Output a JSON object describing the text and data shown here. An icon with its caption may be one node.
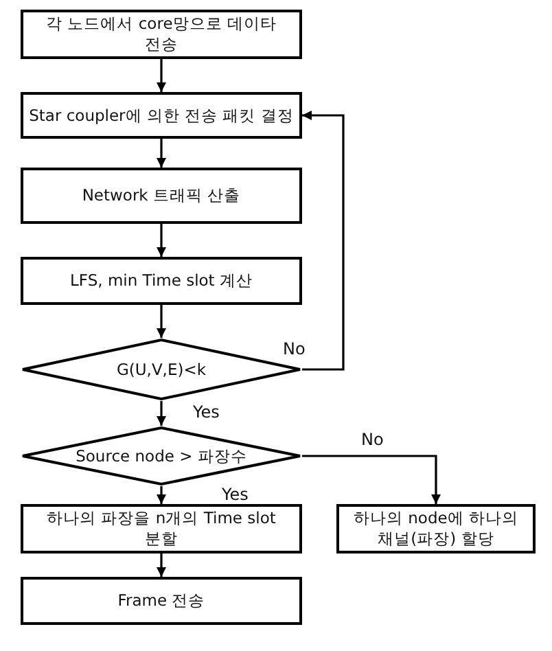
{
  "diagram": {
    "nodes": [
      {
        "text": [
          "각 노드에서 core망으로 데이타 전송"
        ]
      },
      {
        "text": [
          "Star coupler에 의한 전송 패킷 결정"
        ]
      },
      {
        "text": [
          "Network 트래픽 산출"
        ]
      },
      {
        "text": [
          "LFS, min Time slot 계산"
        ]
      },
      {
        "text": [
          "G(U,V,E)<k"
        ]
      },
      {
        "text": [
          "Source node > 파장수"
        ]
      },
      {
        "text": [
          "하나의 파장을 n개의 Time slot 분할"
        ]
      },
      {
        "text": [
          "하나의 node에 하나의 채널(파장) 할당"
        ]
      },
      {
        "text": [
          "Frame 전송"
        ]
      }
    ],
    "edges": [
      {
        "from": 0,
        "to": 1,
        "arrow": "to"
      },
      {
        "from": 1,
        "to": 2,
        "arrow": "to"
      },
      {
        "from": 2,
        "to": 3,
        "arrow": "to"
      },
      {
        "from": 3,
        "to": 4,
        "arrow": "to"
      },
      {
        "from": 4,
        "to": 5,
        "arrow": "to",
        "label": "Yes"
      },
      {
        "from": 4,
        "to": 1,
        "arrow": "to",
        "label": "No"
      },
      {
        "from": 5,
        "to": 6,
        "arrow": "to",
        "label": "Yes"
      },
      {
        "from": 5,
        "to": 7,
        "arrow": "to",
        "label": "No"
      },
      {
        "from": 6,
        "to": 8,
        "arrow": "to"
      }
    ]
  }
}
